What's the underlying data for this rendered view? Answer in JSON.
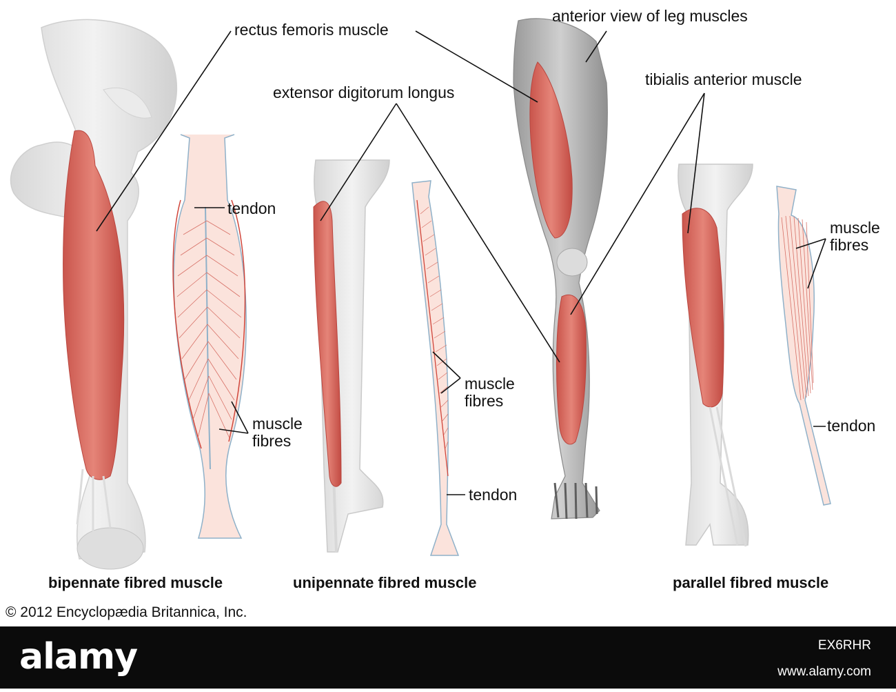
{
  "labels": {
    "rectus_femoris": "rectus femoris muscle",
    "anterior_view": "anterior view of leg muscles",
    "extensor_digitorum": "extensor digitorum longus",
    "tibialis_anterior": "tibialis anterior muscle",
    "tendon_1": "tendon",
    "tendon_2": "tendon",
    "tendon_3": "tendon",
    "fibres_1": [
      "muscle",
      "fibres"
    ],
    "fibres_2": [
      "muscle",
      "fibres"
    ],
    "fibres_3": [
      "muscle",
      "fibres"
    ]
  },
  "captions": {
    "bipennate": "bipennate fibred muscle",
    "unipennate": "unipennate fibred muscle",
    "parallel": "parallel fibred muscle"
  },
  "copyright": "© 2012 Encyclopædia Britannica, Inc.",
  "stock": {
    "logo": "alamy",
    "image_id": "EX6RHR",
    "url": "www.alamy.com"
  },
  "colors": {
    "muscle": "#d9695e",
    "muscle_light": "#f3c9bf",
    "bone": "#e6e6e6",
    "outline_blue": "#7aa7c7"
  }
}
